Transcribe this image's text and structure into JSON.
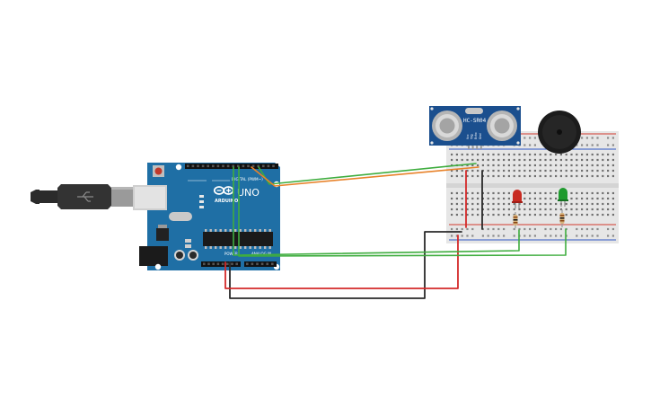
{
  "arduino": {
    "model_label": "UNO",
    "brand_label": "ARDUINO",
    "digital_header_label": "DIGITAL (PWM~)",
    "power_header_label": "POWER",
    "analog_header_label": "ANALOG IN",
    "board_color": "#1f6fa5",
    "icon": "arduino-logo-icon"
  },
  "usb_cable": {
    "icon": "usb-plug-icon",
    "color": "#2b2b2b"
  },
  "ultrasonic_sensor": {
    "label": "HC-SR04",
    "pin_labels": [
      "Vcc",
      "Trig",
      "Echo",
      "Gnd"
    ],
    "board_color": "#1b4f8e",
    "icon": "ultrasonic-sensor-icon"
  },
  "buzzer": {
    "icon": "piezo-buzzer-icon",
    "color": "#1c1c1c"
  },
  "breadboard": {
    "color": "#e6e6e6",
    "rail_red": "#d23a2e",
    "rail_blue": "#2f57c4"
  },
  "leds": [
    {
      "name": "red-led",
      "color": "#c82a21",
      "icon": "led-icon"
    },
    {
      "name": "green-led",
      "color": "#1f9a2e",
      "icon": "led-icon"
    }
  ],
  "resistors": [
    {
      "name": "red-led-resistor",
      "icon": "resistor-icon"
    },
    {
      "name": "green-led-resistor",
      "icon": "resistor-icon"
    }
  ],
  "wires": {
    "green": "#3fad3f",
    "orange": "#e8822a",
    "red": "#d42a2a",
    "black": "#2a2a2a"
  }
}
